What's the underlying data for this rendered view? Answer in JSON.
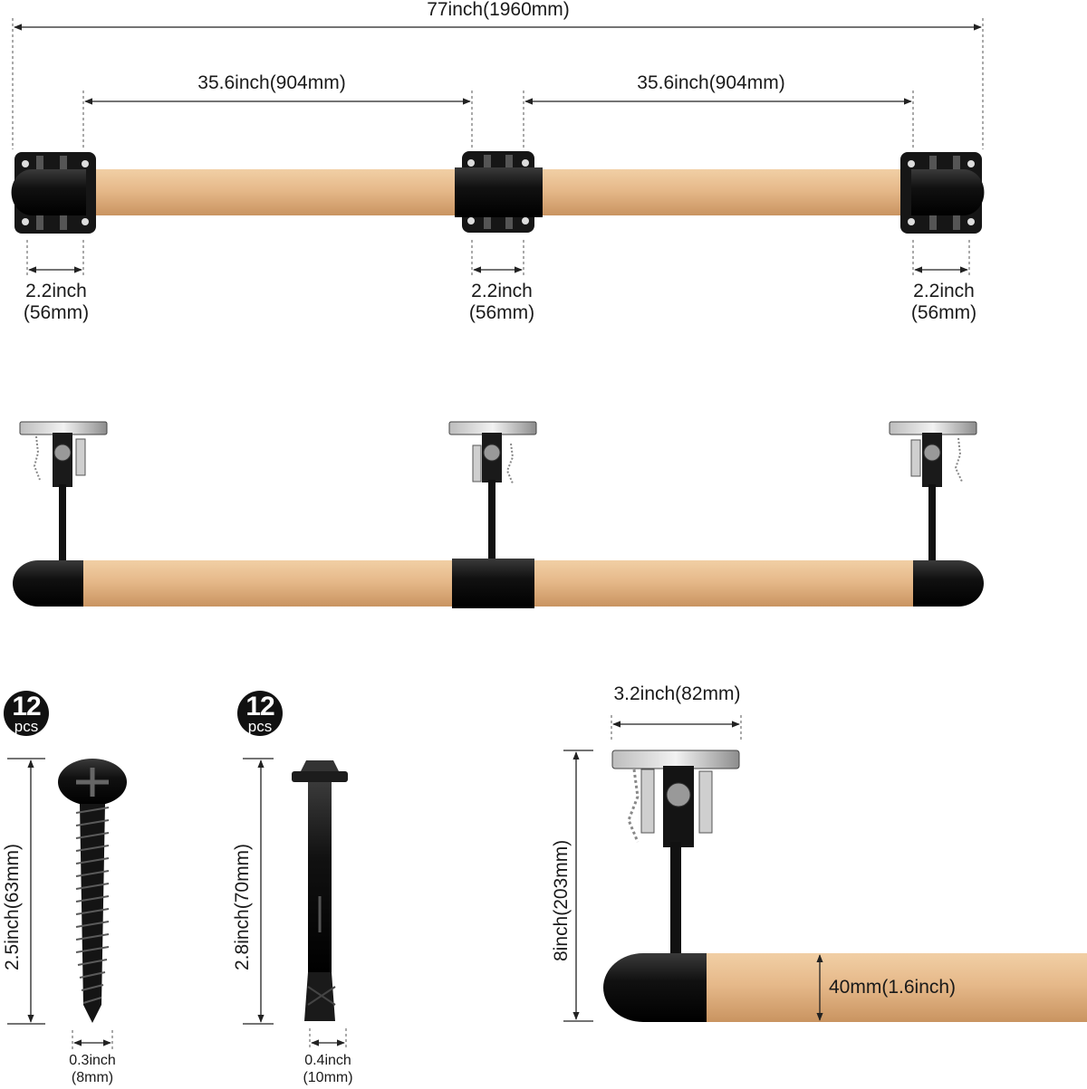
{
  "colors": {
    "wood": "#e9bf8f",
    "wood_dark": "#d7a673",
    "metal": "#141414",
    "line": "#222222"
  },
  "top_view": {
    "total_length": "77inch(1960mm)",
    "left_span": "35.6inch(904mm)",
    "right_span": "35.6inch(904mm)",
    "bracket_left": {
      "line1": "2.2inch",
      "line2": "(56mm)"
    },
    "bracket_mid": {
      "line1": "2.2inch",
      "line2": "(56mm)"
    },
    "bracket_right": {
      "line1": "2.2inch",
      "line2": "(56mm)"
    }
  },
  "screw": {
    "count": "12",
    "unit": "pcs",
    "length": "2.5inch(63mm)",
    "width_line1": "0.3inch",
    "width_line2": "(8mm)"
  },
  "anchor": {
    "count": "12",
    "unit": "pcs",
    "length": "2.8inch(70mm)",
    "width_line1": "0.4inch",
    "width_line2": "(10mm)"
  },
  "detail": {
    "bracket_width": "3.2inch(82mm)",
    "height": "8inch(203mm)",
    "diameter": "40mm(1.6inch)"
  }
}
